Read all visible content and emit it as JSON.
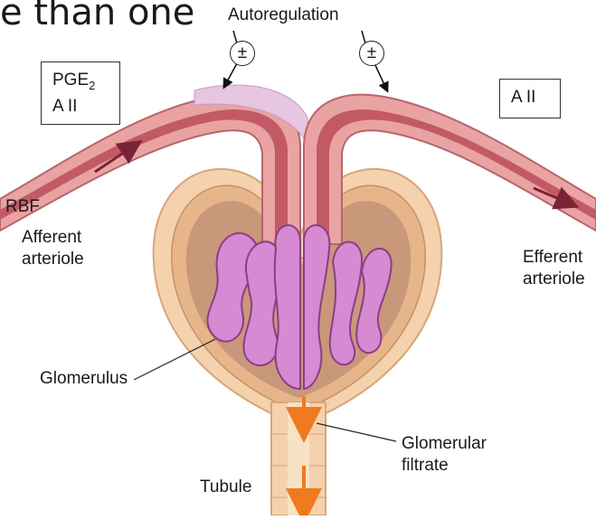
{
  "title_fragment": "e than one",
  "labels": {
    "autoregulation": "Autoregulation",
    "plus_minus": "±",
    "pge2_prefix": "PGE",
    "pge2_sub": "2",
    "aii_left": "A II",
    "aii_right": "A II",
    "rbf": "RBF",
    "afferent_line1": "Afferent",
    "afferent_line2": "arteriole",
    "efferent_line1": "Efferent",
    "efferent_line2": "arteriole",
    "glomerulus": "Glomerulus",
    "filtrate_line1": "Glomerular",
    "filtrate_line2": "filtrate",
    "tubule": "Tubule"
  },
  "colors": {
    "capsule_outer": "#f2cfa8",
    "capsule_wall": "#e8b98b",
    "bowman_space": "#c89274",
    "vessel_outer": "#e9a3a3",
    "vessel_inner": "#c25a66",
    "glomerulus": "#d58ad2",
    "glomerulus_dark": "#8a3f85",
    "arrow_flow": "#7a2336",
    "filtrate_arrow": "#f07a1e"
  }
}
